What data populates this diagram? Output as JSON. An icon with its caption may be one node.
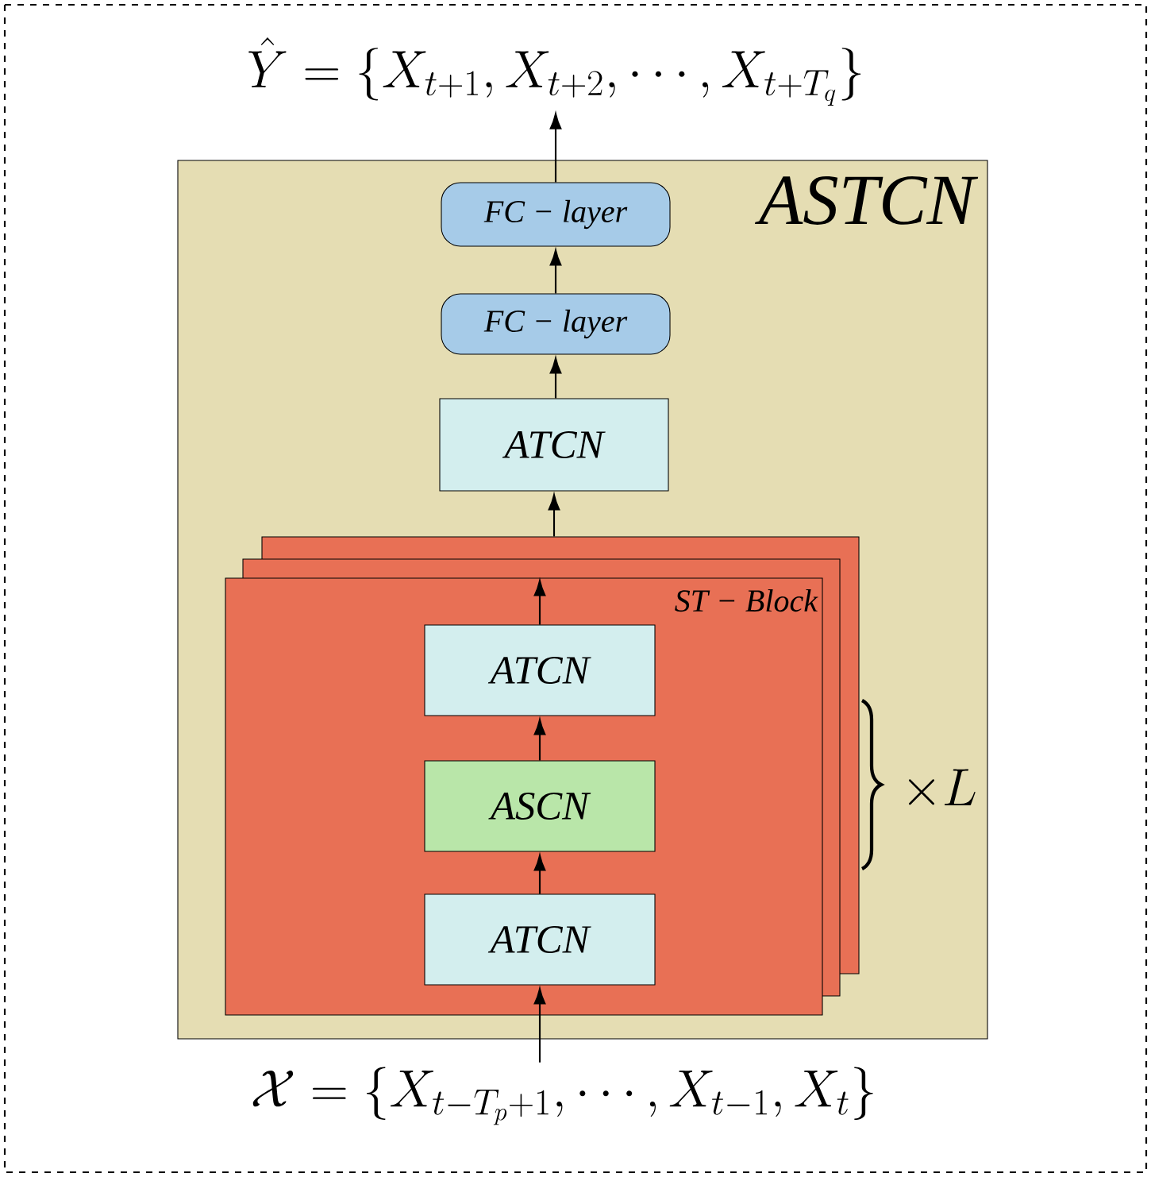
{
  "diagram": {
    "nodes": [
      {
        "text": [
          "\\hat{Y} = \\{X_{t+1}, X_{t+2}, \\cdots, X_{t+T_q}\\}"
        ]
      },
      {
        "text": [
          "ASTCN"
        ]
      },
      {
        "text": [
          "FC − layer"
        ],
        "in": 1
      },
      {
        "text": [
          "FC − layer"
        ],
        "in": 1
      },
      {
        "text": [
          "ATCN"
        ],
        "in": 1
      },
      {
        "text": [
          "ST − Block"
        ],
        "in": 1
      },
      {
        "text": [
          "ATCN"
        ],
        "in": 5
      },
      {
        "text": [
          "ASCN"
        ],
        "in": 5
      },
      {
        "text": [
          "ATCN"
        ],
        "in": 5
      },
      {
        "text": [
          "\\mathcal{X} = \\{X_{t-T_p+1}, \\cdots, X_{t-1}, X_t\\}"
        ]
      }
    ],
    "edges": [
      {
        "from": 9,
        "to": 8,
        "arrow": "to"
      },
      {
        "from": 8,
        "to": 7,
        "arrow": "to"
      },
      {
        "from": 7,
        "to": 6,
        "arrow": "to"
      },
      {
        "from": 6,
        "to": null,
        "arrow": "to"
      },
      {
        "from": 5,
        "to": 4,
        "arrow": "to"
      },
      {
        "from": 4,
        "to": 3,
        "arrow": "to"
      },
      {
        "from": 3,
        "to": 2,
        "arrow": "to"
      },
      {
        "from": 2,
        "to": 0,
        "arrow": "to"
      }
    ],
    "labels": [
      "\\times L"
    ]
  }
}
